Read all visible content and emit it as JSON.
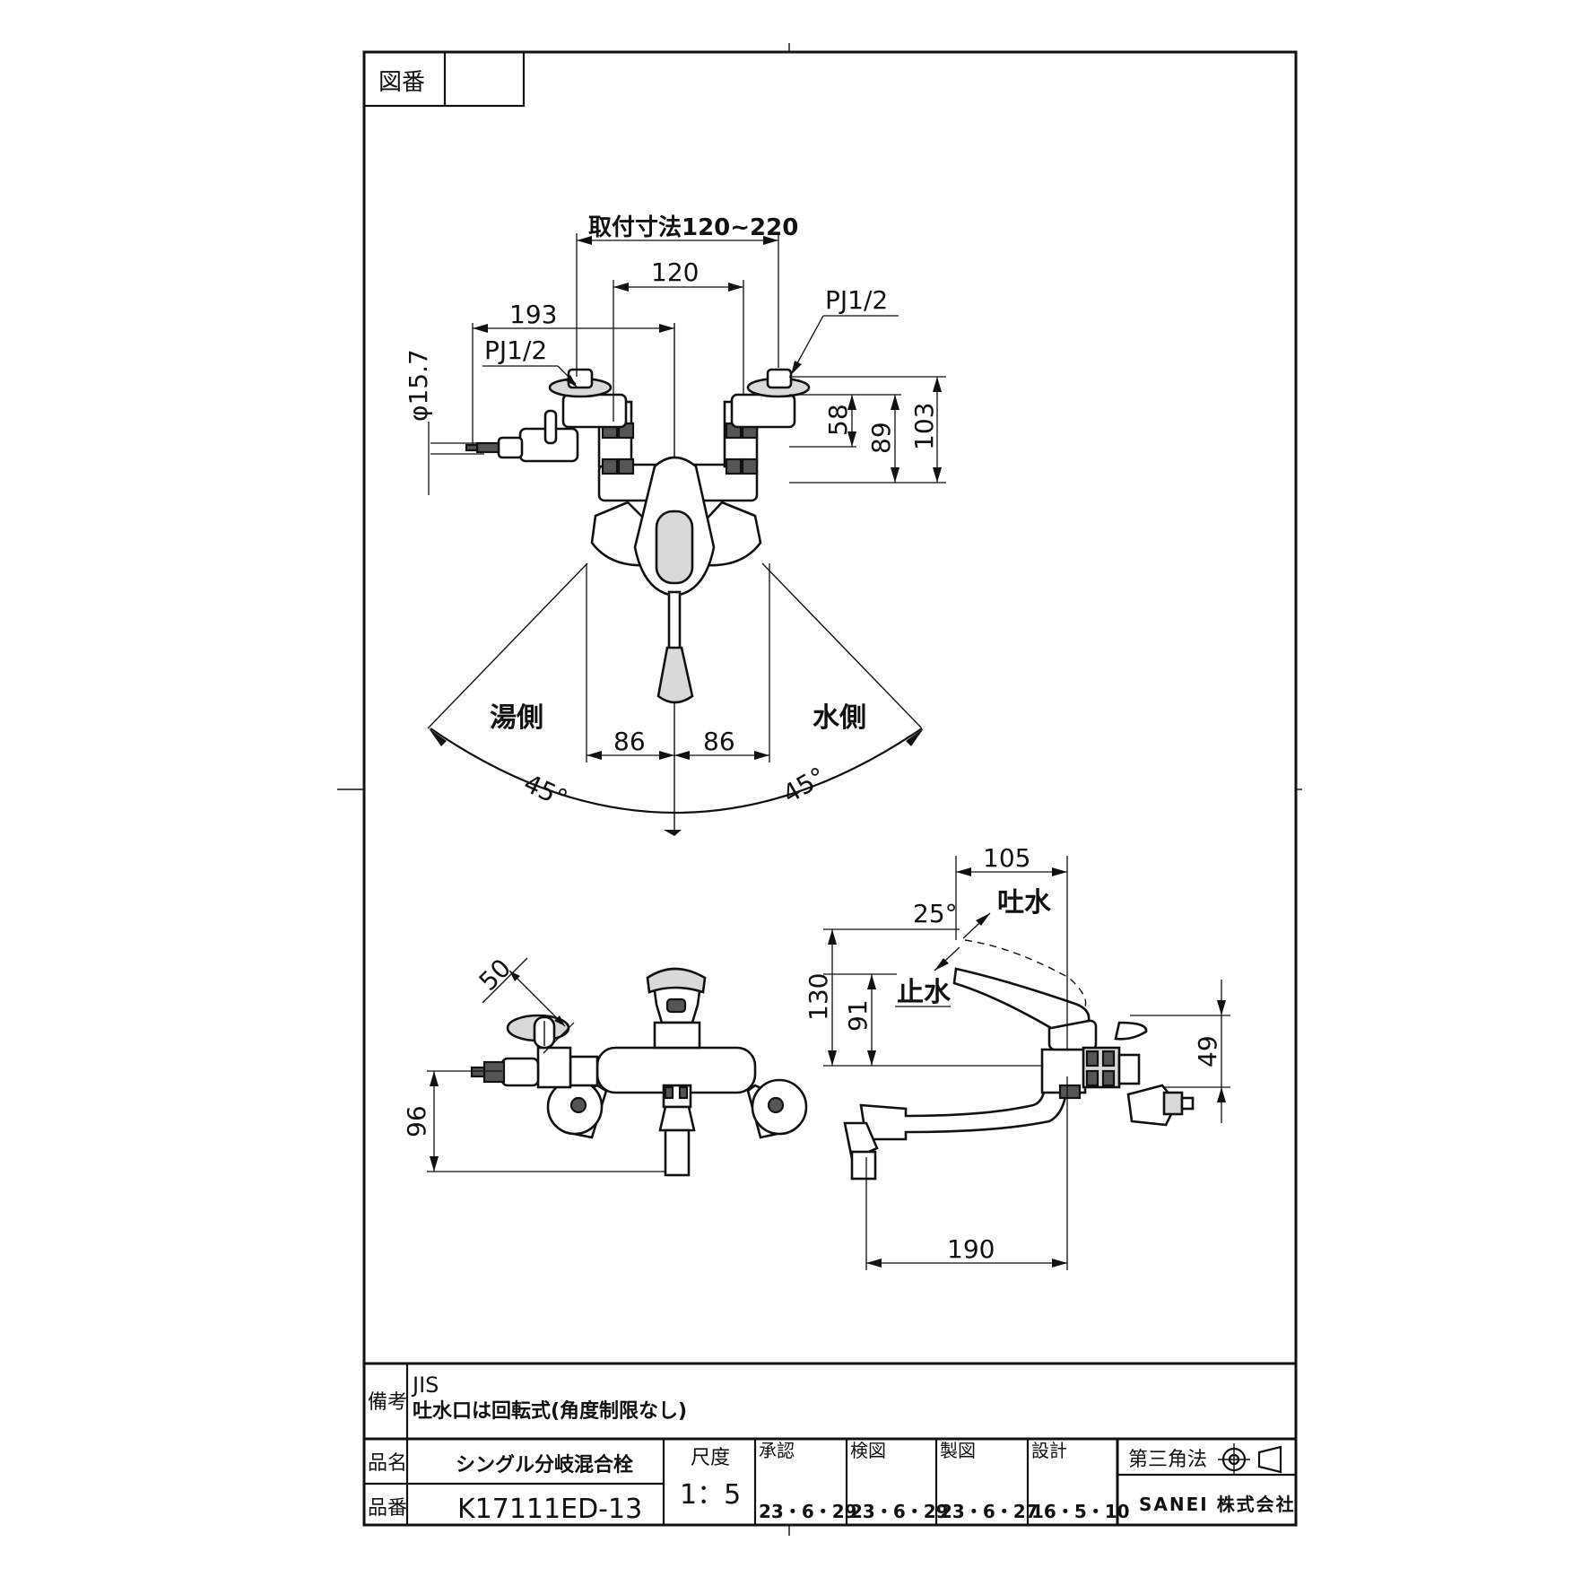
{
  "frame": {
    "drawing_number_label": "図番",
    "drawing_number_value": ""
  },
  "dimensions": {
    "mount_range": "取付寸法120~220",
    "spacing": "120",
    "reach_193": "193",
    "pj_left": "PJ1/2",
    "pj_right": "PJ1/2",
    "dia_157": "φ15.7",
    "d58": "58",
    "d89": "89",
    "d103": "103",
    "hot_side": "湯側",
    "cold_side": "水側",
    "left86": "86",
    "right86": "86",
    "angle_left": "45°",
    "angle_right": "45°",
    "d50": "50",
    "d96": "96",
    "d105": "105",
    "angle25": "25°",
    "water_on": "吐水",
    "water_off": "止水",
    "d130": "130",
    "d91": "91",
    "d49": "49",
    "d190": "190"
  },
  "title_block": {
    "remarks_label": "備考",
    "remarks_line1": "JIS",
    "remarks_line2": "吐水口は回転式(角度制限なし)",
    "name_label": "品名",
    "name_value": "シングル分岐混合栓",
    "number_label": "品番",
    "number_value": "K17111ED-13",
    "scale_label": "尺度",
    "scale_value": "1：5",
    "approve_label": "承認",
    "approve_date": "23・6・29",
    "check_label": "検図",
    "check_date": "23・6・29",
    "draw_label": "製図",
    "draw_date": "23・6・27",
    "design_label": "設計",
    "design_date": "16・5・10",
    "projection_label": "第三角法",
    "company": "SANEI 株式会社"
  }
}
